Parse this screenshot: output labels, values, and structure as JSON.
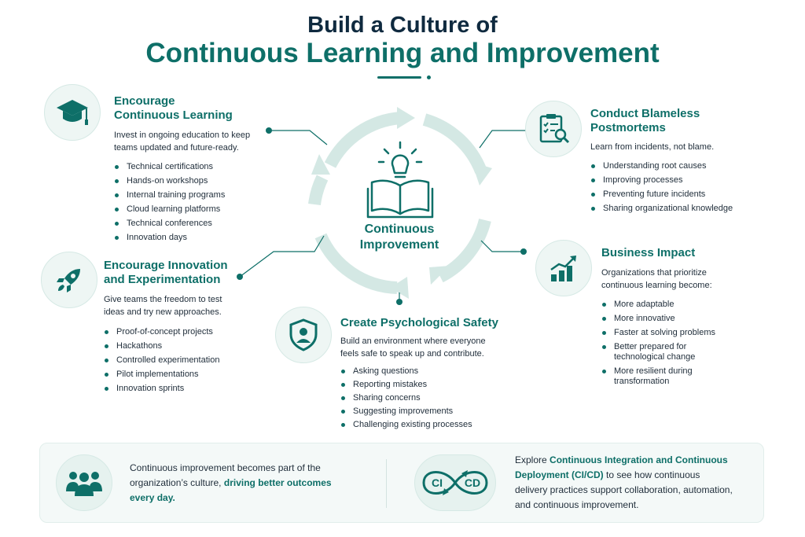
{
  "header": {
    "title_line1": "Build a Culture of",
    "title_line2": "Continuous Learning and Improvement"
  },
  "center": {
    "label_line1": "Continuous",
    "label_line2": "Improvement",
    "icon": "open-book-lightbulb-icon"
  },
  "learning": {
    "icon": "graduation-cap-icon",
    "title_line1": "Encourage",
    "title_line2": "Continuous Learning",
    "desc_line1": "Invest in ongoing education to keep",
    "desc_line2": "teams updated and future-ready.",
    "items": [
      "Technical certifications",
      "Hands-on workshops",
      "Internal training programs",
      "Cloud learning platforms",
      "Technical conferences",
      "Innovation days"
    ]
  },
  "innovation": {
    "icon": "rocket-icon",
    "title_line1": "Encourage Innovation",
    "title_line2": "and Experimentation",
    "desc_line1": "Give teams the freedom to test",
    "desc_line2": "ideas and try new approaches.",
    "items": [
      "Proof-of-concept projects",
      "Hackathons",
      "Controlled experimentation",
      "Pilot implementations",
      "Innovation sprints"
    ]
  },
  "safety": {
    "icon": "shield-person-icon",
    "title": "Create Psychological Safety",
    "desc_line1": "Build an environment where everyone",
    "desc_line2": "feels safe to speak up and contribute.",
    "items": [
      "Asking questions",
      "Reporting mistakes",
      "Sharing concerns",
      "Suggesting improvements",
      "Challenging existing processes"
    ]
  },
  "postmortems": {
    "icon": "clipboard-magnifier-icon",
    "title_line1": "Conduct Blameless",
    "title_line2": "Postmortems",
    "desc": "Learn from incidents, not blame.",
    "items": [
      "Understanding root causes",
      "Improving processes",
      "Preventing future incidents",
      "Sharing organizational knowledge"
    ]
  },
  "impact": {
    "icon": "growth-chart-icon",
    "title": "Business Impact",
    "desc_line1": "Organizations that prioritize",
    "desc_line2": "continuous learning become:",
    "items": [
      "More adaptable",
      "More innovative",
      "Faster at solving problems",
      "Better prepared for\ntechnological change",
      "More resilient during\ntransformation"
    ]
  },
  "footer": {
    "left_icon": "team-people-icon",
    "left_line1": "Continuous improvement becomes part of the",
    "left_line2_plain": "organization’s culture, ",
    "left_line2_highlight": "driving better outcomes",
    "left_line3_highlight": "every day.",
    "right_icon": "ci-cd-infinity-icon",
    "ci_label": "CI",
    "cd_label": "CD",
    "right_line1_plain": "Explore ",
    "right_line1_highlight": "Continuous Integration and Continuous",
    "right_line2_highlight": "Deployment (CI/CD)",
    "right_line2_plain": " to see how continuous",
    "right_line3": "delivery practices support collaboration, automation,",
    "right_line4": "and continuous improvement."
  },
  "colors": {
    "accent": "#0e6f68",
    "title_dark": "#0f2a3f",
    "ring": "#d4e8e4"
  }
}
